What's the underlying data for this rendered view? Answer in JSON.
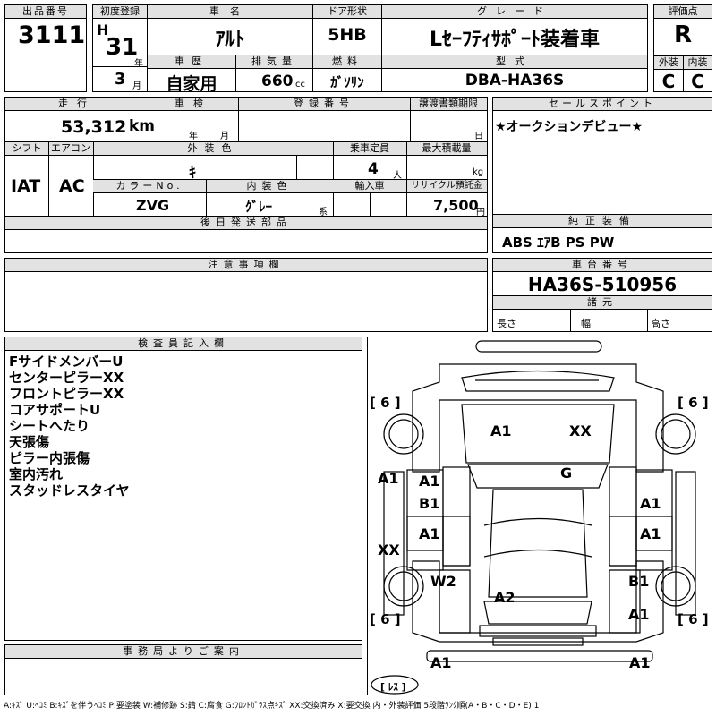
{
  "header": {
    "lot_no_label": "出品番号",
    "lot_no": "3111",
    "first_reg_label": "初度登録",
    "era": "H",
    "reg_year": "31",
    "year_unit": "年",
    "reg_month": "3",
    "month_unit": "月",
    "car_name_label": "車名",
    "car_name": "ｱﾙﾄ",
    "history_label": "車歴",
    "history": "自家用",
    "displacement_label": "排気量",
    "displacement": "660",
    "cc_unit": "cc",
    "door_label": "ドア形状",
    "door": "5HB",
    "fuel_label": "燃料",
    "fuel": "ｶﾞｿﾘﾝ",
    "grade_label": "グレード",
    "grade": "Lｾｰﾌﾃｨｻﾎﾟｰﾄ装着車",
    "model_label": "型式",
    "model": "DBA-HA36S",
    "score_label": "評価点",
    "score": "R",
    "ext_label": "外装",
    "ext": "C",
    "int_label": "内装",
    "int": "C"
  },
  "row2": {
    "mileage_label": "走行",
    "mileage": "53,312",
    "km_unit": "km",
    "inspection_label": "車検",
    "year_unit": "年",
    "month_unit": "月",
    "reg_no_label": "登録番号",
    "transfer_label": "譲渡書類期限",
    "day_unit": "日",
    "shift_label": "シフト",
    "shift": "IAT",
    "ac_label": "エアコン",
    "ac": "AC",
    "ext_color_label": "外装色",
    "ext_color": "ｷ",
    "capacity_label": "乗車定員",
    "capacity": "4",
    "person_unit": "人",
    "max_load_label": "最大積載量",
    "kg_unit": "kg",
    "color_no_label": "カラーNo.",
    "color_no": "ZVG",
    "int_color_label": "内装色",
    "int_color": "ｸﾞﾚｰ",
    "int_color_unit": "系",
    "import_label": "輸入車",
    "recycle_label": "リサイクル預託金",
    "recycle": "7,500",
    "yen_unit": "円",
    "later_parts_label": "後日発送部品"
  },
  "sales_point": {
    "label": "セールスポイント",
    "text": "★オークションデビュー★"
  },
  "equipment": {
    "label": "純正装備",
    "text": "ABS ｴｱB PS PW"
  },
  "caution": {
    "label": "注意事項欄"
  },
  "chassis": {
    "label": "車台番号",
    "number": "HA36S-510956",
    "specs_label": "諸元",
    "length_label": "長さ",
    "width_label": "幅",
    "height_label": "高さ"
  },
  "inspector": {
    "label": "検査員記入欄",
    "notes": [
      "FサイドメンバーU",
      "センターピラーXX",
      "フロントピラーXX",
      "コアサポートU",
      "シートへたり",
      "天張傷",
      "ピラー内張傷",
      "室内汚れ",
      "スタッドレスタイヤ"
    ]
  },
  "office": {
    "label": "事務局よりご案内"
  },
  "diagram": {
    "tire_tl": "[ 6 ]",
    "tire_tr": "[ 6 ]",
    "tire_bl": "[ 6 ]",
    "tire_br": "[ 6 ]",
    "marks": {
      "hood_l": "A1",
      "hood_r": "XX",
      "windshield": "G",
      "left_fender": "A1",
      "left_front_door_a": "A1",
      "left_front_door_b": "B1",
      "left_rear_door": "A1",
      "left_sill": "XX",
      "left_rear_qtr": "W2",
      "roof": "A2",
      "right_front_door": "A1",
      "right_rear_door": "A1",
      "right_rear_qtr": "B1",
      "right_rear_lower": "A1",
      "rear_l": "A1",
      "rear_r": "A1"
    },
    "spare_label": "[ ﾚｽ ]"
  },
  "legend": "A:ｷｽﾞ U:ﾍｺﾐ B:ｷｽﾞを伴うﾍｺﾐ P:要塗装 W:補修跡 S:錆 C:腐食 G:ﾌﾛﾝﾄｶﾞﾗｽ点ｷｽﾞ XX:交換済み X:要交換 内・外装評価 5段階ﾗﾝｸ順(A・B・C・D・E) 1"
}
